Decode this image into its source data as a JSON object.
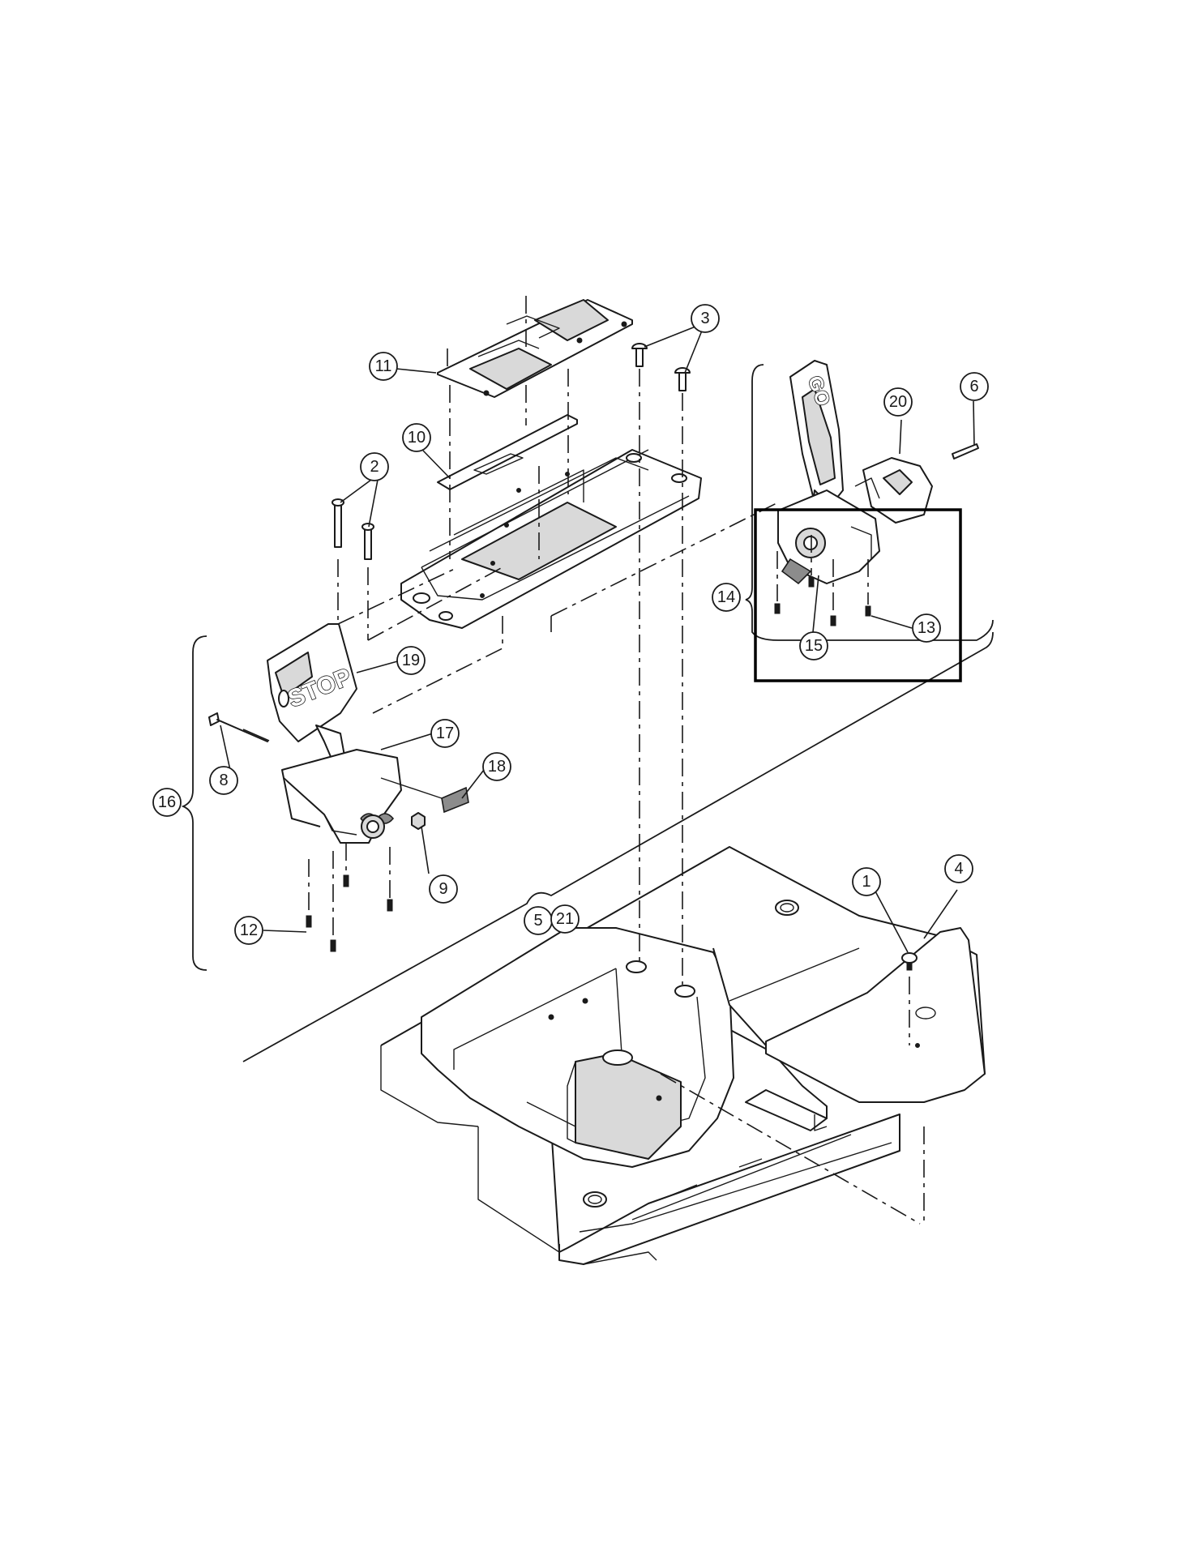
{
  "callouts": [
    {
      "id": "c1",
      "label": "1"
    },
    {
      "id": "c2",
      "label": "2"
    },
    {
      "id": "c3",
      "label": "3"
    },
    {
      "id": "c4",
      "label": "4"
    },
    {
      "id": "c5",
      "label": "5"
    },
    {
      "id": "c6",
      "label": "6"
    },
    {
      "id": "c8",
      "label": "8"
    },
    {
      "id": "c9",
      "label": "9"
    },
    {
      "id": "c10",
      "label": "10"
    },
    {
      "id": "c11",
      "label": "11"
    },
    {
      "id": "c12",
      "label": "12"
    },
    {
      "id": "c13",
      "label": "13"
    },
    {
      "id": "c14",
      "label": "14"
    },
    {
      "id": "c15",
      "label": "15"
    },
    {
      "id": "c16",
      "label": "16"
    },
    {
      "id": "c17",
      "label": "17"
    },
    {
      "id": "c18",
      "label": "18"
    },
    {
      "id": "c19",
      "label": "19"
    },
    {
      "id": "c20",
      "label": "20"
    },
    {
      "id": "c21",
      "label": "21"
    }
  ],
  "pedal_labels": {
    "stop": "STOP",
    "go": "GO"
  },
  "colors": {
    "line": "#1a1a1a",
    "shade": "#d9d9d9",
    "background": "#ffffff"
  }
}
